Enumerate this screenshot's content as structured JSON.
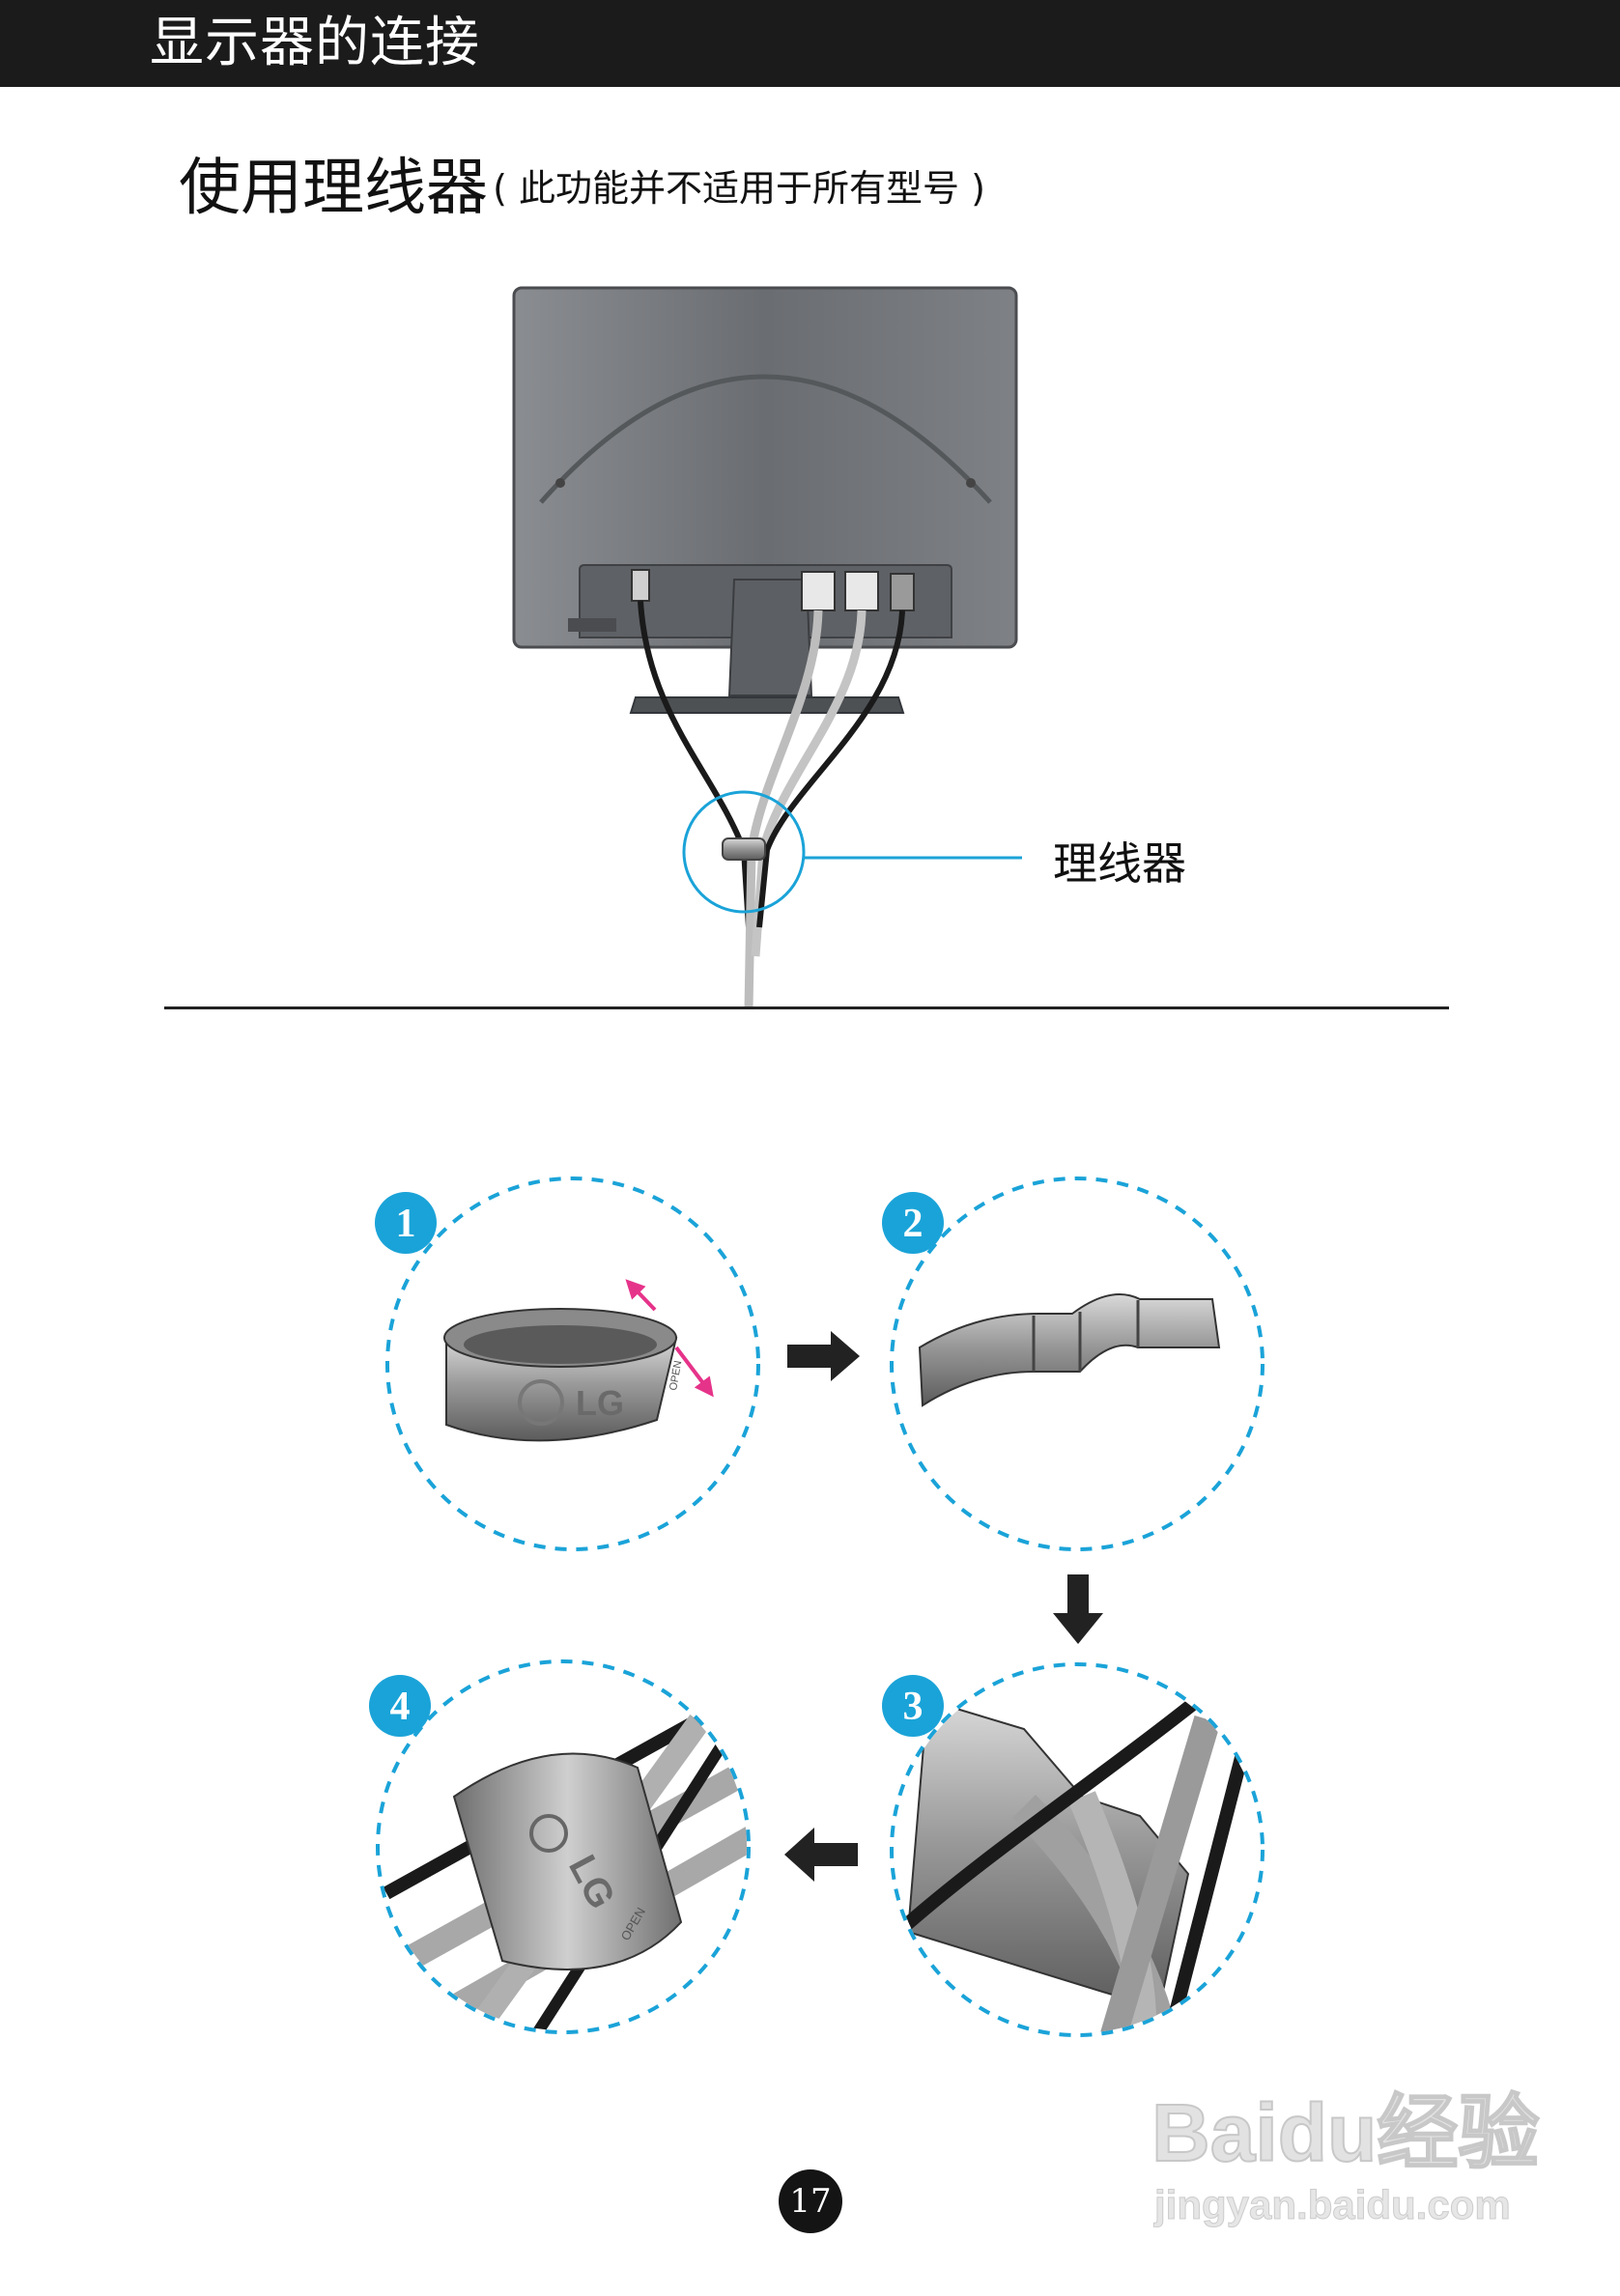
{
  "header": {
    "title": "显示器的连接"
  },
  "section": {
    "title": "使用理线器",
    "note": "( 此功能并不适用于所有型号 )"
  },
  "callout": {
    "label": "理线器"
  },
  "steps": [
    {
      "number": "1"
    },
    {
      "number": "2"
    },
    {
      "number": "3"
    },
    {
      "number": "4"
    }
  ],
  "product_marks": {
    "brand": "LG",
    "open_text": "OPEN"
  },
  "footer": {
    "page_number": "17"
  },
  "watermark": {
    "brand": "Baidu经验",
    "url": "jingyan.baidu.com"
  },
  "colors": {
    "header_bg": "#1b1b1b",
    "accent_blue": "#1aa3d8",
    "arrow_magenta": "#e6338a",
    "monitor_gray": "#6e7175"
  }
}
